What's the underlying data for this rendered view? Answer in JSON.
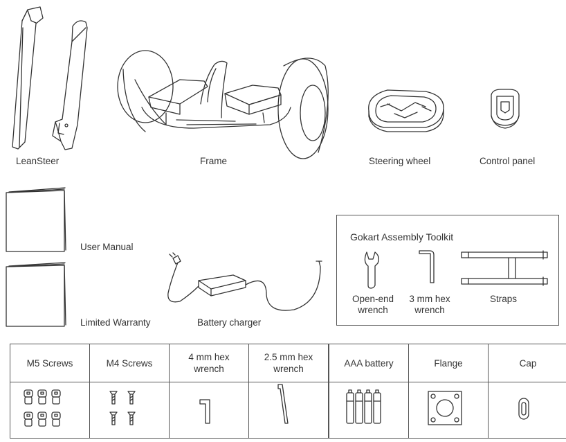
{
  "top_row": {
    "leansteer": "LeanSteer",
    "frame": "Frame",
    "steering_wheel": "Steering wheel",
    "control_panel": "Control panel"
  },
  "documents": {
    "user_manual": "User Manual",
    "limited_warranty": "Limited Warranty",
    "battery_charger": "Battery charger"
  },
  "toolkit": {
    "title": "Gokart Assembly Toolkit",
    "open_end_wrench": [
      "Open-end",
      "wrench"
    ],
    "hex_wrench_3mm": [
      "3 mm hex",
      "wrench"
    ],
    "straps": "Straps"
  },
  "hardware": [
    {
      "lines": [
        "M5 Screws"
      ],
      "icon": "m5-screws-icon"
    },
    {
      "lines": [
        "M4 Screws"
      ],
      "icon": "m4-screws-icon"
    },
    {
      "lines": [
        "4 mm hex",
        "wrench"
      ],
      "icon": "hex-wrench-4mm-icon"
    },
    {
      "lines": [
        "2.5 mm hex",
        "wrench"
      ],
      "icon": "hex-wrench-2-5mm-icon"
    },
    {
      "lines": [
        "AAA battery"
      ],
      "icon": "aaa-battery-icon"
    },
    {
      "lines": [
        "Flange"
      ],
      "icon": "flange-icon"
    },
    {
      "lines": [
        "Cap"
      ],
      "icon": "cap-icon"
    }
  ]
}
